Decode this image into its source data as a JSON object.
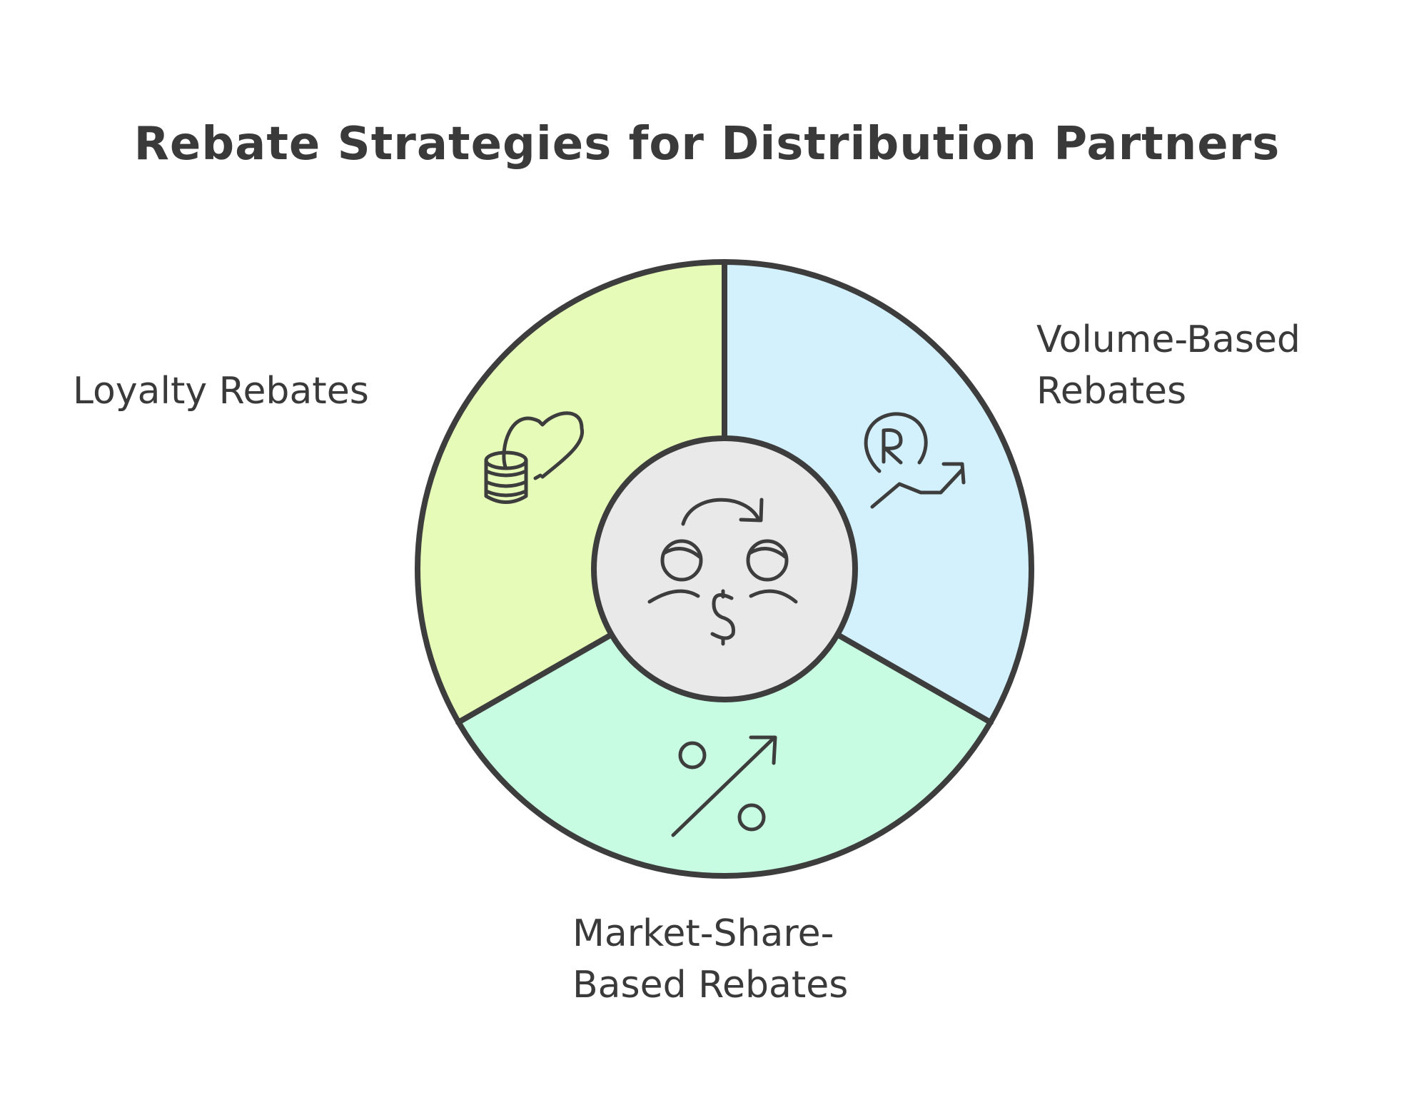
{
  "title": "Rebate Strategies for Distribution Partners",
  "center": {
    "icon": "partners-exchange-dollar-icon"
  },
  "segments": [
    {
      "id": "loyalty",
      "label_lines": [
        "Loyalty Rebates"
      ],
      "color": "#e6fbb8",
      "icon": "coins-heart-icon"
    },
    {
      "id": "volume",
      "label_lines": [
        "Volume-Based",
        "Rebates"
      ],
      "color": "#d3f1fc",
      "icon": "registered-trend-up-icon"
    },
    {
      "id": "market",
      "label_lines": [
        "Market-Share-",
        "Based Rebates"
      ],
      "color": "#c7fbe2",
      "icon": "percent-arrow-icon"
    }
  ],
  "colors": {
    "stroke": "#3d3d3d",
    "center_fill": "#e9e9e9"
  }
}
